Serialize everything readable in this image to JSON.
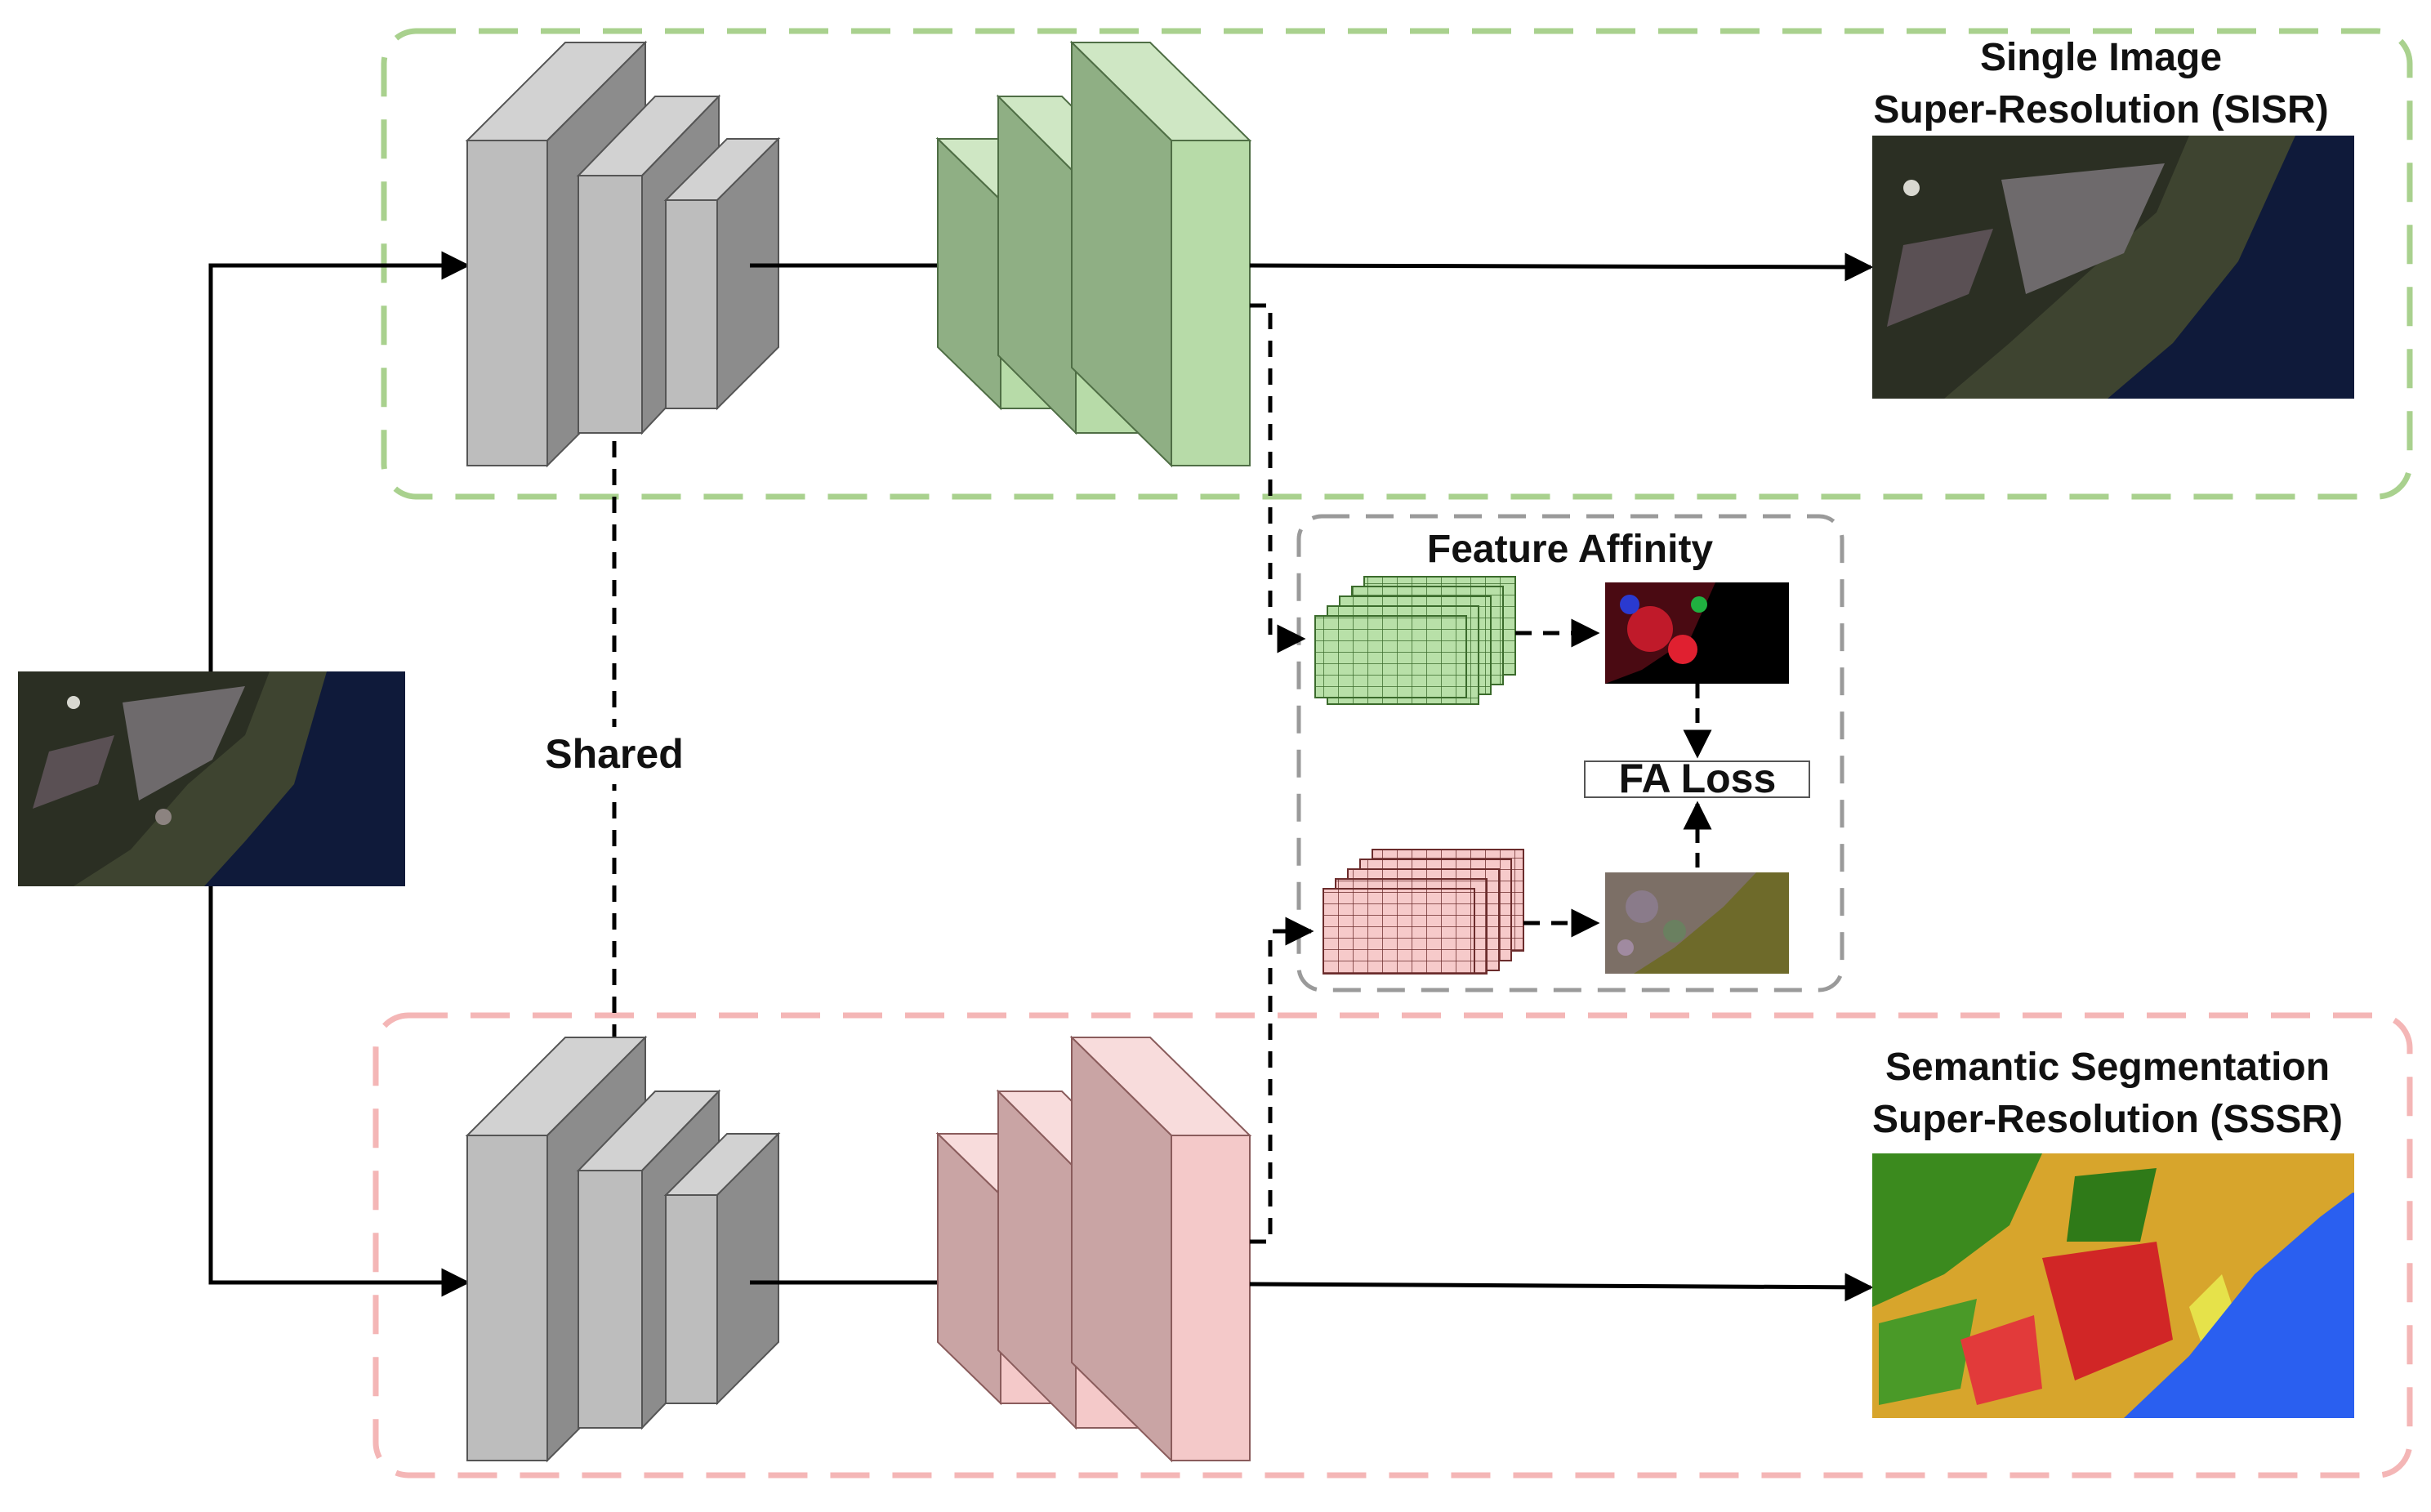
{
  "sisr": {
    "title_line1": "Single Image",
    "title_line2": "Super-Resolution  (SISR)"
  },
  "sssr": {
    "title_line1": "Semantic Segmentation",
    "title_line2": "Super-Resolution (SSSR)"
  },
  "shared_label": "Shared",
  "feature_affinity": {
    "title": "Feature Affinity",
    "loss_label": "FA Loss"
  },
  "colors": {
    "sisr_box_border": "#a9d18e",
    "sssr_box_border": "#f4b6b6",
    "fa_box_border": "#9a9a9a",
    "encoder_front": "#bdbdbd",
    "encoder_side": "#8c8c8c",
    "encoder_top": "#d2d2d2",
    "sisr_decoder_front": "#b7dba8",
    "sisr_decoder_side": "#8faf84",
    "sisr_decoder_top": "#cfe7c4",
    "sssr_decoder_front": "#f4c9c9",
    "sssr_decoder_side": "#c9a4a4",
    "sssr_decoder_top": "#f8dcdc",
    "sea_blue": "#2a5ff0",
    "satellite_sea": "#0f1a3a"
  }
}
